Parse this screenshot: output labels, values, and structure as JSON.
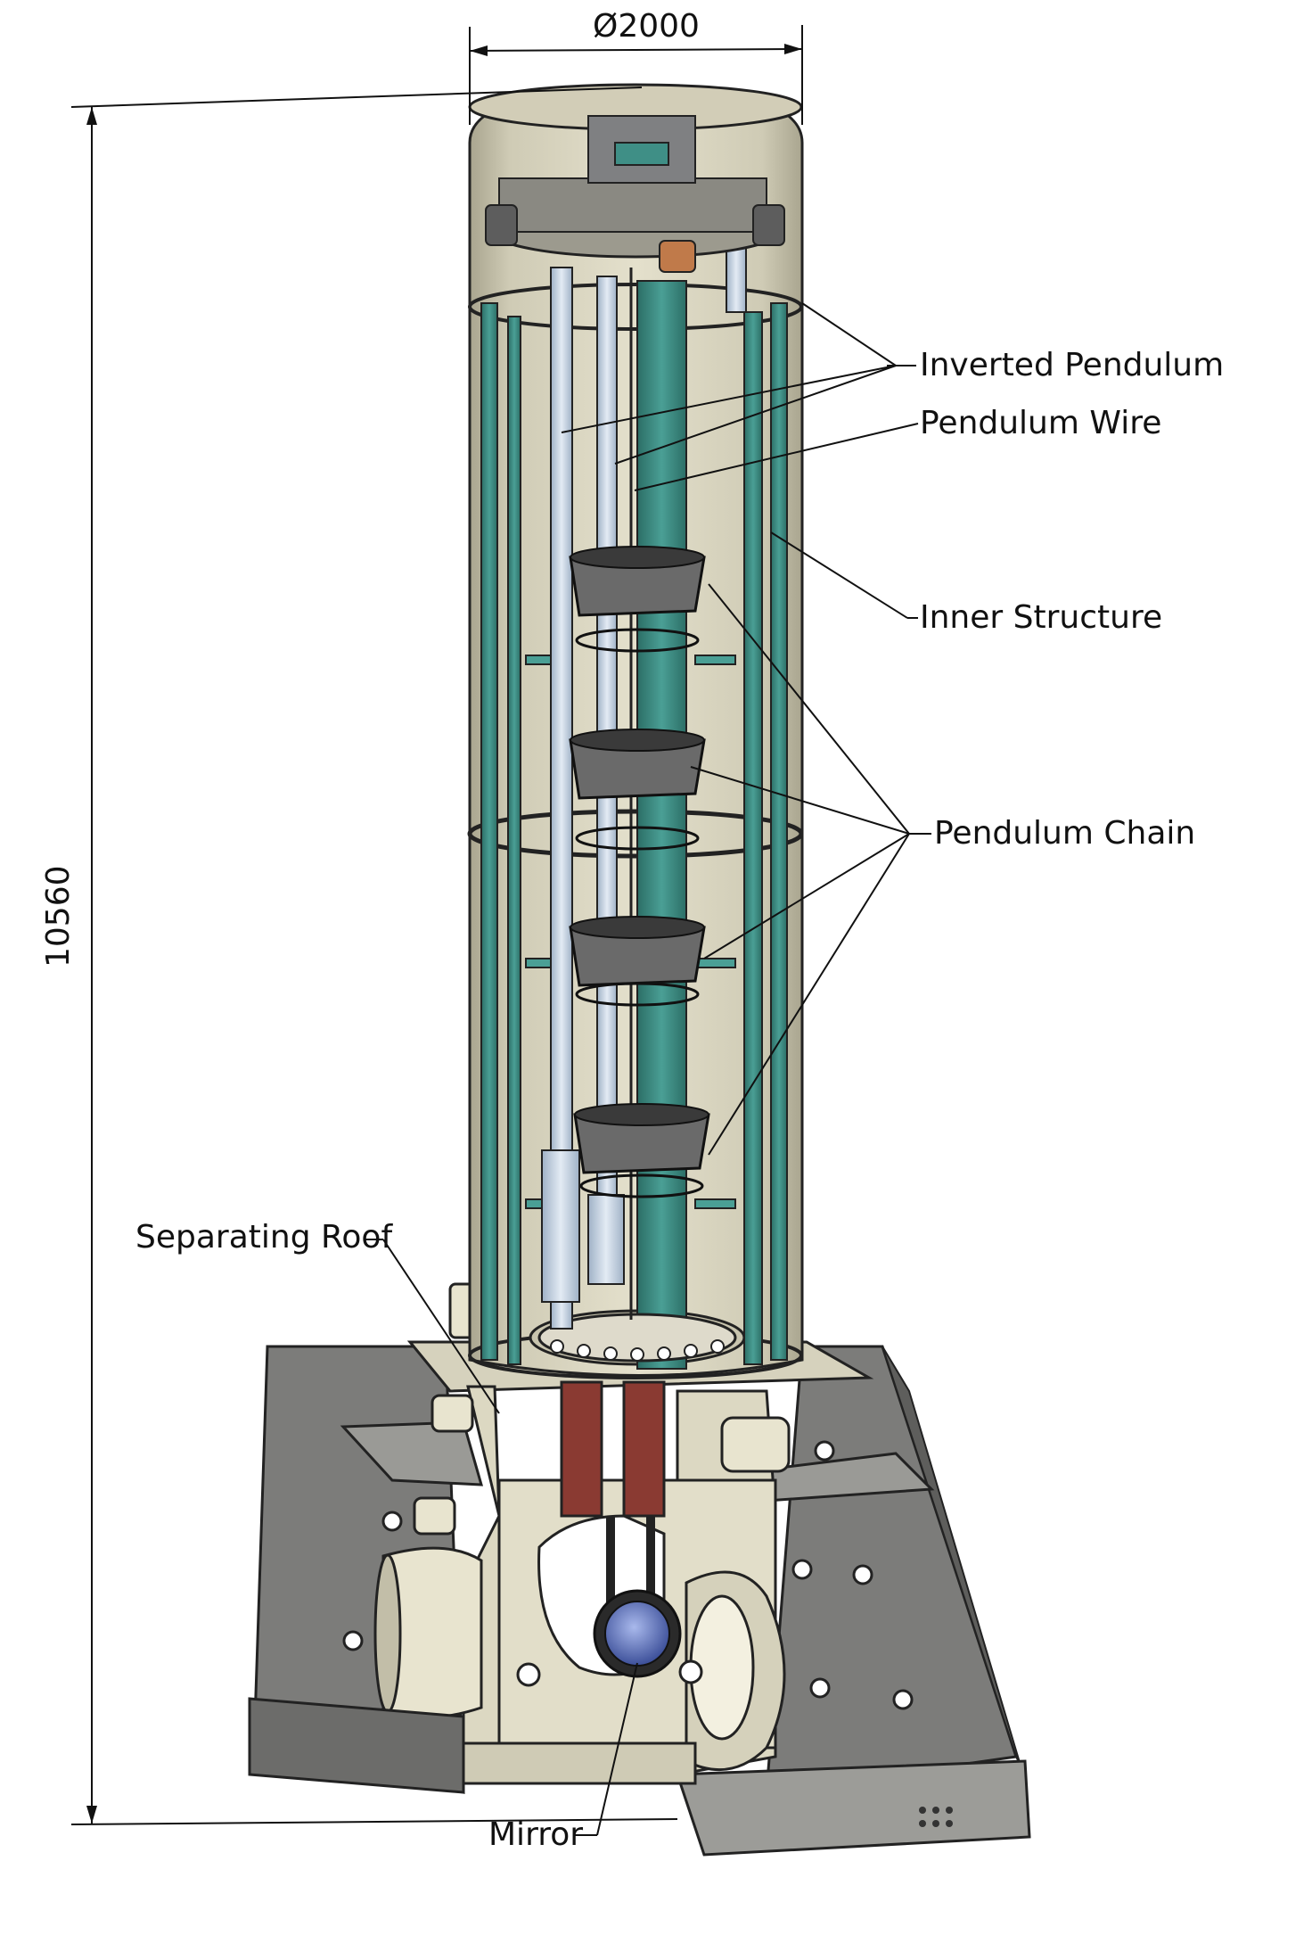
{
  "dimensions": {
    "diameter": "Ø2000",
    "height": "10560"
  },
  "labels": {
    "inverted_pendulum": "Inverted Pendulum",
    "pendulum_wire": "Pendulum Wire",
    "inner_structure": "Inner Structure",
    "pendulum_chain": "Pendulum Chain",
    "separating_roof": "Separating Roof",
    "mirror": "Mirror"
  },
  "colors": {
    "tank": "#d9d5c1",
    "tank_dark": "#bdb8a2",
    "inner_structure": "#3f8f86",
    "inner_structure_dark": "#2c6e66",
    "pipe": "#c9d6e6",
    "base_grey": "#8a8a88",
    "base_dark": "#5e5e5c",
    "rust": "#8a3a32",
    "mirror": "#6f86c8"
  }
}
